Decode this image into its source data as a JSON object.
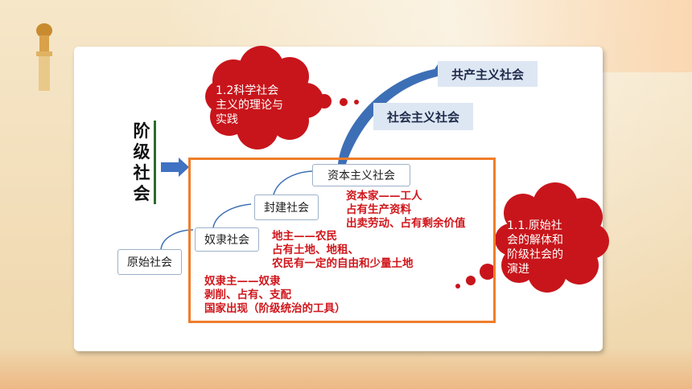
{
  "slide": {
    "vertical_title": [
      "阶",
      "级",
      "社",
      "会"
    ],
    "stages": {
      "primitive": "原始社会",
      "slave": "奴隶社会",
      "feudal": "封建社会",
      "capitalist": "资本主义社会",
      "socialist": "社会主义社会",
      "communist": "共产主义社会"
    },
    "notes": {
      "capitalist": [
        "资本家——工人",
        "占有生产资料",
        "出卖劳动、占有剩余价值"
      ],
      "feudal": [
        "地主——农民",
        "占有土地、地租、",
        "农民有一定的自由和少量土地"
      ],
      "slave": [
        "奴隶主——奴隶",
        "剥削、占有、支配",
        "国家出现（阶级统治的工具）"
      ]
    },
    "clouds": {
      "top": [
        "1.2科学社会",
        "主义的理论与",
        "实践"
      ],
      "right": [
        "1.1.原始社",
        "会的解体和",
        "阶级社会的",
        "演进"
      ]
    }
  },
  "colors": {
    "cloud_red": "#c8151b",
    "frame_orange": "#ef7d2a",
    "arrow_blue": "#3d6fb6",
    "text_red": "#d0161b"
  }
}
